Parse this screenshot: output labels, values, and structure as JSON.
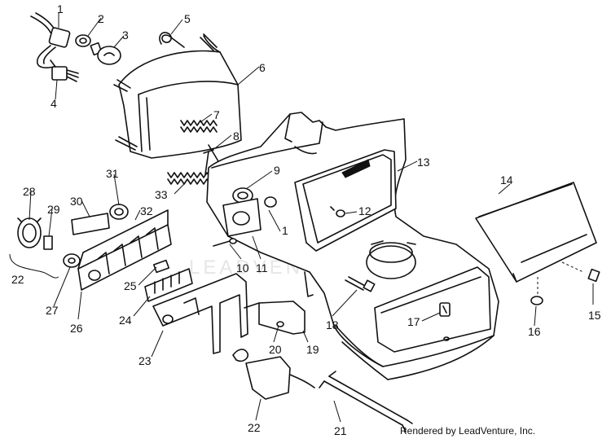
{
  "watermark": "LEADVENTURE",
  "credit": "Rendered by LeadVenture, Inc.",
  "callouts": {
    "c1a": "1",
    "c1b": "1",
    "c2": "2",
    "c3": "3",
    "c4": "4",
    "c5": "5",
    "c6": "6",
    "c7": "7",
    "c8": "8",
    "c9": "9",
    "c10": "10",
    "c11": "11",
    "c12": "12",
    "c13": "13",
    "c14": "14",
    "c15": "15",
    "c16": "16",
    "c17": "17",
    "c18": "18",
    "c19": "19",
    "c20": "20",
    "c21": "21",
    "c22a": "22",
    "c22b": "22",
    "c23": "23",
    "c24": "24",
    "c25": "25",
    "c26": "26",
    "c27": "27",
    "c28": "28",
    "c29": "29",
    "c30": "30",
    "c31": "31",
    "c32": "32",
    "c33": "33"
  }
}
